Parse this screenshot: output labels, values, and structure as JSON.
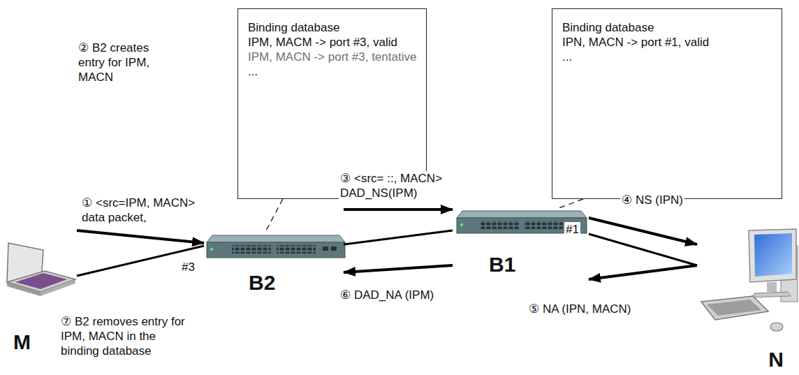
{
  "diagram": {
    "nodes": [
      {
        "text": [
          "Binding database",
          "IPM, MACM -> port #3, valid",
          "IPM, MACN -> port #3, tentative",
          "..."
        ]
      },
      {
        "text": [
          "Binding database",
          "IPN, MACN -> port #1, valid",
          "..."
        ]
      },
      {
        "text": [
          "M"
        ]
      },
      {
        "text": [
          "B2"
        ]
      },
      {
        "text": [
          "B1"
        ]
      },
      {
        "text": [
          "N"
        ]
      }
    ],
    "edges": [
      {
        "from": 0,
        "to": 3,
        "arrow": "none"
      },
      {
        "from": 1,
        "to": 4,
        "arrow": "none"
      },
      {
        "from": 2,
        "to": 3,
        "arrow": "none"
      },
      {
        "from": 3,
        "to": 4,
        "arrow": "none"
      },
      {
        "from": 4,
        "to": 5,
        "arrow": "none"
      },
      {
        "from": 2,
        "to": 3,
        "arrow": "to",
        "label": "① <src=IPM, MACN> data packet,"
      },
      {
        "from": 3,
        "to": 4,
        "arrow": "to",
        "label": "③ <src= ::, MACN> DAD_NS(IPM)"
      },
      {
        "from": 4,
        "to": 5,
        "arrow": "to",
        "label": "④ NS (IPN)"
      },
      {
        "from": 5,
        "to": 4,
        "arrow": "to",
        "label": "⑤ NA (IPN, MACN)"
      },
      {
        "from": 4,
        "to": 3,
        "arrow": "to",
        "label": "⑥ DAD_NA (IPM)"
      }
    ],
    "labels": [
      "② B2 creates entry for IPM, MACN",
      "⑦ B2 removes entry for IPM, MACN in the binding database",
      "#3",
      "#1"
    ]
  }
}
